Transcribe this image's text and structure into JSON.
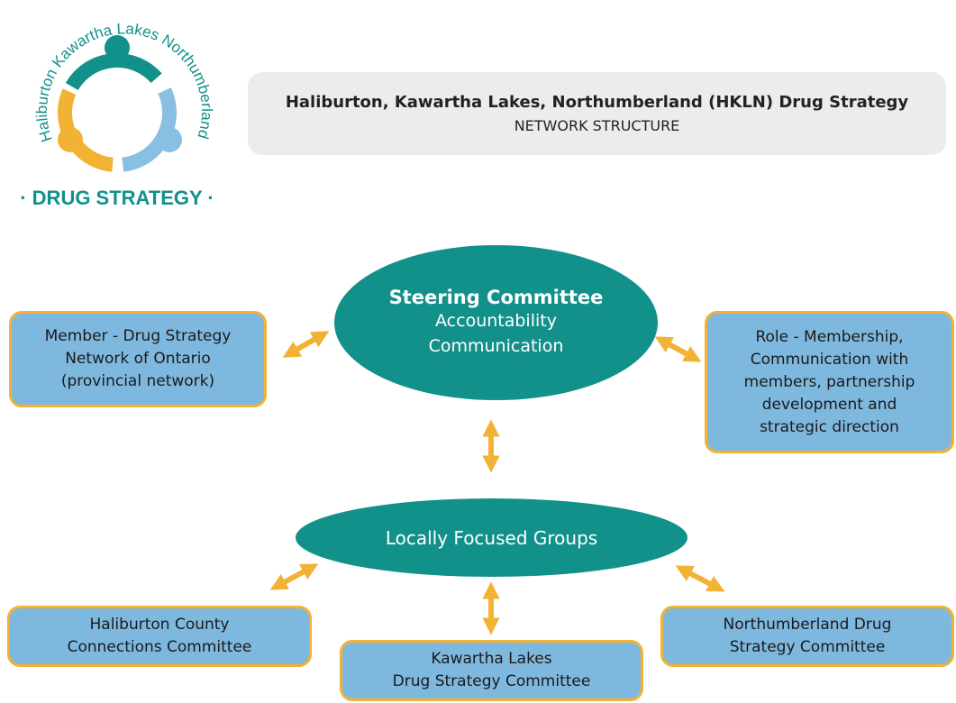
{
  "logo": {
    "arc_text": "Haliburton Kawartha Lakes Northumberland",
    "bottom_text": "· DRUG STRATEGY ·",
    "colors": {
      "teal": "#12908a",
      "light_blue": "#89bfe2",
      "yellow": "#f2b233"
    }
  },
  "header": {
    "title": "Haliburton, Kawartha Lakes, Northumberland (HKLN) Drug Strategy",
    "subtitle": "NETWORK STRUCTURE"
  },
  "steering": {
    "title": "Steering Committee",
    "line1": "Accountability",
    "line2": "Communication"
  },
  "local_groups": {
    "label": "Locally Focused Groups"
  },
  "member_box": {
    "line1": "Member - Drug Strategy",
    "line2": "Network of Ontario",
    "line3": "(provincial network)"
  },
  "role_box": {
    "line1": "Role - Membership,",
    "line2": "Communication with",
    "line3": "members, partnership",
    "line4": "development and",
    "line5": "strategic direction"
  },
  "haliburton_box": {
    "line1": "Haliburton County",
    "line2": "Connections Committee"
  },
  "kawartha_box": {
    "line1": "Kawartha Lakes",
    "line2": "Drug Strategy Committee"
  },
  "northumberland_box": {
    "line1": "Northumberland Drug",
    "line2": "Strategy Committee"
  },
  "colors": {
    "ellipse": "#12908a",
    "box_fill": "#7fb8de",
    "box_border": "#f2b233",
    "arrow": "#f2b233",
    "title_bg": "#ececed"
  }
}
